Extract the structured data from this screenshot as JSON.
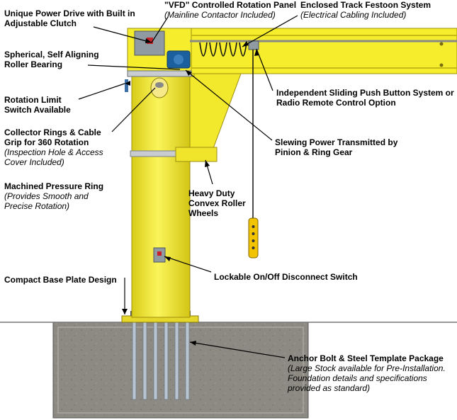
{
  "colors": {
    "yellow": "#f6ee2c",
    "yellow_shade": "#d9c91a",
    "concrete": "#8c8a83",
    "grey_box": "#8f9aa3",
    "pendant": "#f2c300",
    "leader": "#000000"
  },
  "icons": [
    "power-drive-panel-icon",
    "disconnect-switch-icon",
    "push-button-pendant-icon"
  ],
  "labels": {
    "power_drive": {
      "title": "Unique Power Drive with Built in Adjustable Clutch"
    },
    "vfd_panel": {
      "title": "\"VFD\" Controlled Rotation Panel",
      "sub": "(Mainline Contactor Included)"
    },
    "festoon": {
      "title": "Enclosed Track Festoon System",
      "sub": "(Electrical Cabling Included)"
    },
    "roller_bearing": {
      "title": "Spherical, Self Aligning Roller Bearing"
    },
    "rotation_limit": {
      "title": "Rotation Limit Switch Available"
    },
    "push_button": {
      "title": "Independent Sliding Push Button System or Radio Remote Control Option"
    },
    "collector_rings": {
      "title": "Collector Rings & Cable Grip for 360 Rotation",
      "sub": "(Inspection Hole & Access Cover Included)"
    },
    "slewing": {
      "title": "Slewing Power Transmitted by Pinion & Ring Gear"
    },
    "pressure_ring": {
      "title": "Machined Pressure Ring",
      "sub": "(Provides Smooth and Precise Rotation)"
    },
    "roller_wheels": {
      "title": "Heavy Duty Convex Roller Wheels"
    },
    "disconnect": {
      "title": "Lockable On/Off Disconnect Switch"
    },
    "base_plate": {
      "title": "Compact Base Plate Design"
    },
    "anchor_bolt": {
      "title": "Anchor Bolt & Steel Template Package",
      "sub": "(Large Stock available for Pre-Installation. Foundation details and specifications provided as standard)"
    }
  }
}
